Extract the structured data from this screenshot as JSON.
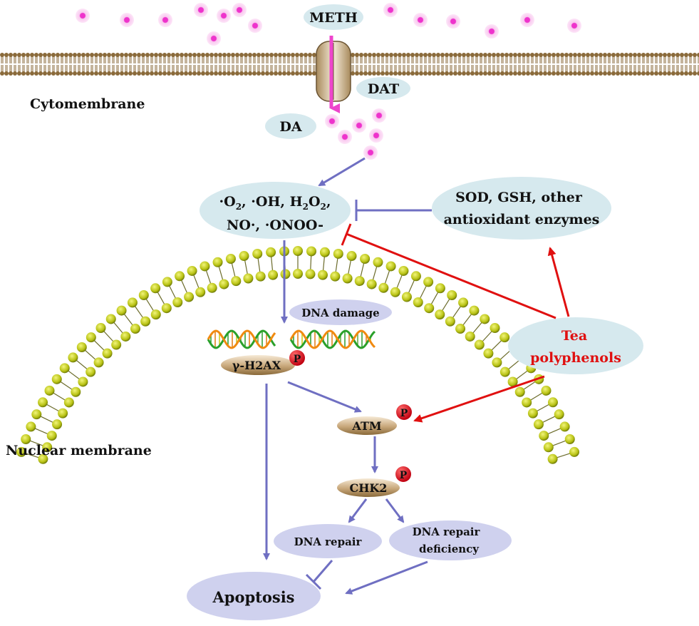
{
  "labels": {
    "meth": "METH",
    "dat": "DAT",
    "cytomembrane": "Cytomembrane",
    "da": "DA",
    "ros_line1_a": "·O",
    "ros_line1_sub": "2",
    "ros_line1_b": ", ·OH, H",
    "ros_line1_sub2": "2",
    "ros_line1_c": "O",
    "ros_line1_sub3": "2",
    "ros_line1_d": ",",
    "ros_line2": "NO·, ·ONOO-",
    "antioxidant_line1": "SOD, GSH, other",
    "antioxidant_line2": "antioxidant  enzymes",
    "dna_damage": "DNA damage",
    "h2ax": "γ-H2AX",
    "atm": "ATM",
    "chk2": "CHK2",
    "tea_line1": "Tea",
    "tea_line2": "polyphenols",
    "nuclear_membrane": "Nuclear membrane",
    "dna_repair": "DNA repair",
    "dna_repair_def_line1": "DNA repair",
    "dna_repair_def_line2": "deficiency",
    "apoptosis": "Apoptosis",
    "phospho": "P"
  },
  "colors": {
    "ellipse_teal": "#d6e9ee",
    "ellipse_lavender": "#cfd1ee",
    "arrow_blue": "#6f6fc2",
    "inhibit_red": "#e01010",
    "tea_text": "#e01010",
    "meth_arrow": "#ee44cc",
    "dot_pink": "#ee44cc",
    "lipid_head": "#b8c214",
    "membrane_brown": "#8a6a3a",
    "phospho_red": "#e0101a"
  }
}
